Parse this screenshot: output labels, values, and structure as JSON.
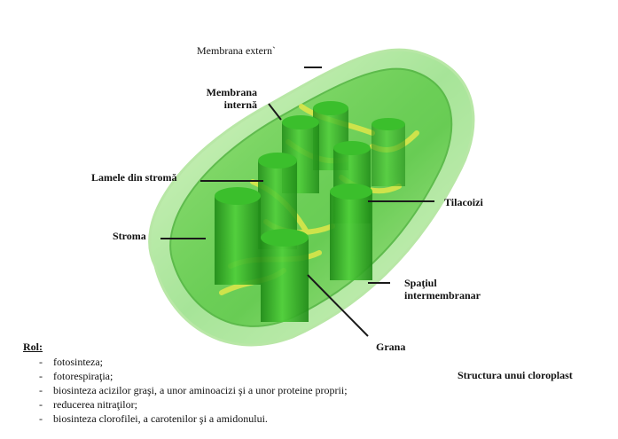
{
  "labels": {
    "outer_membrane": "Membrana extern`",
    "inner_membrane_line1": "Membrana",
    "inner_membrane_line2": "internă",
    "stroma_lamellae": "Lamele din stromă",
    "thylakoids": "Tilacoizi",
    "stroma": "Stroma",
    "intermembrane_line1": "Spaţiul",
    "intermembrane_line2": "intermembranar",
    "grana": "Grana"
  },
  "role": {
    "title": "Rol:",
    "items": [
      "fotosinteza;",
      "fotorespiraţia;",
      "biosinteza acizilor graşi, a unor aminoacizi şi a unor proteine proprii;",
      "reducerea nitraţilor;",
      "biosinteza clorofilei, a carotenilor şi a amidonului."
    ]
  },
  "caption": "Structura unui cloroplast",
  "colors": {
    "outer_green": "#8fd96a",
    "body_green": "#3fbf2e",
    "grana_green": "#2f9f24",
    "lamella_yellow": "#d9e64a"
  }
}
